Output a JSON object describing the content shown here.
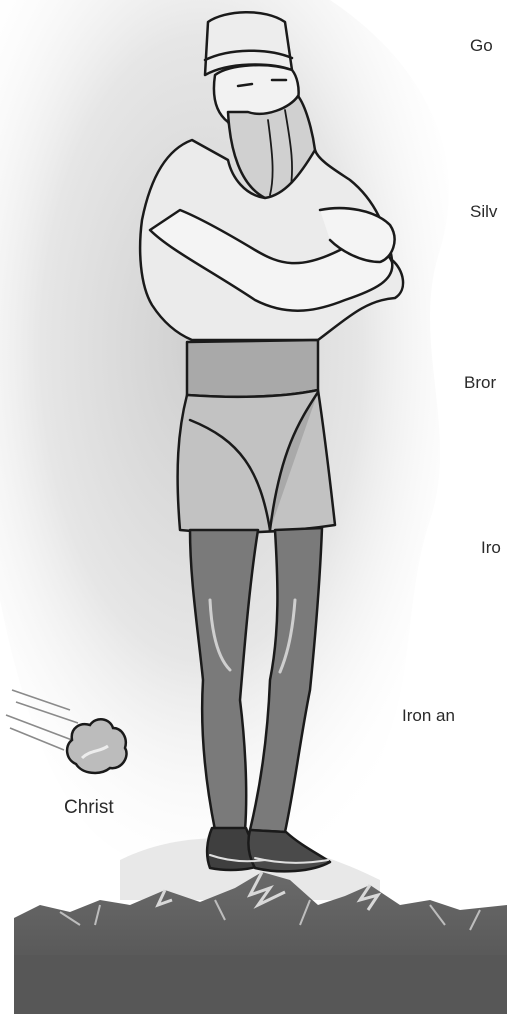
{
  "labels": {
    "gold": "Go",
    "silver": "Silv",
    "bronze": "Bror",
    "iron": "Iro",
    "iron_and_clay": "Iron an",
    "stone": "Christ"
  },
  "colors": {
    "background": "#ffffff",
    "haze": "#d9d9d9",
    "statue_light": "#efefef",
    "statue_mid": "#b5b5b5",
    "statue_dark": "#777777",
    "feet_dark": "#444444",
    "mountain": "#5e5e5e",
    "ground": "#555555",
    "outline": "#1a1a1a"
  },
  "icons": [
    "statue-figure",
    "stone-icon",
    "motion-lines",
    "mountain-range"
  ]
}
